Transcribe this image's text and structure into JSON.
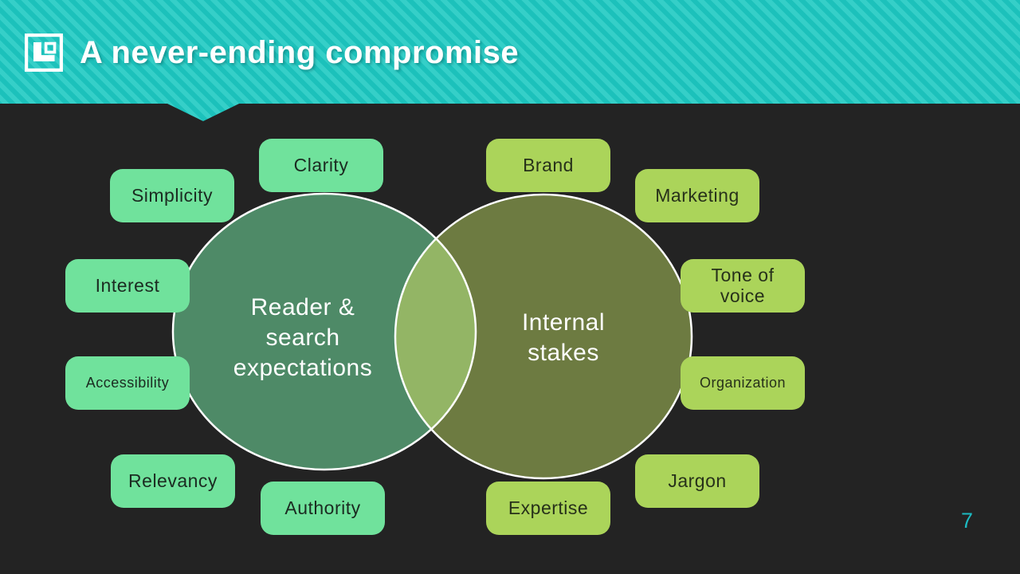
{
  "header": {
    "title": "A never-ending compromise",
    "icon": "layout-icon",
    "band_color": "#1cc1bb",
    "stripe_color": "#35cfc8"
  },
  "slide": {
    "background_color": "#232323",
    "page_number": "7",
    "page_number_color": "#1cbac1"
  },
  "venn": {
    "left_circle": {
      "label": "Reader & search expectations",
      "lines": [
        "Reader &",
        "search",
        "expectations"
      ],
      "color": "#4e8a67"
    },
    "right_circle": {
      "label": "Internal stakes",
      "lines": [
        "Internal",
        "stakes"
      ],
      "color": "#6d7b41"
    },
    "overlap_color": "#93b565",
    "outline_color": "#ffffff"
  },
  "factors": {
    "left_color": "#70e29c",
    "right_color": "#abd45a",
    "left": [
      {
        "id": "clarity",
        "label": "Clarity"
      },
      {
        "id": "simplicity",
        "label": "Simplicity"
      },
      {
        "id": "interest",
        "label": "Interest"
      },
      {
        "id": "accessibility",
        "label": "Accessibility"
      },
      {
        "id": "relevancy",
        "label": "Relevancy"
      },
      {
        "id": "authority",
        "label": "Authority"
      }
    ],
    "right": [
      {
        "id": "brand",
        "label": "Brand"
      },
      {
        "id": "marketing",
        "label": "Marketing"
      },
      {
        "id": "tone-of-voice",
        "label": "Tone of voice",
        "lines": [
          "Tone of",
          "voice"
        ]
      },
      {
        "id": "organization",
        "label": "Organization"
      },
      {
        "id": "jargon",
        "label": "Jargon"
      },
      {
        "id": "expertise",
        "label": "Expertise"
      }
    ]
  }
}
